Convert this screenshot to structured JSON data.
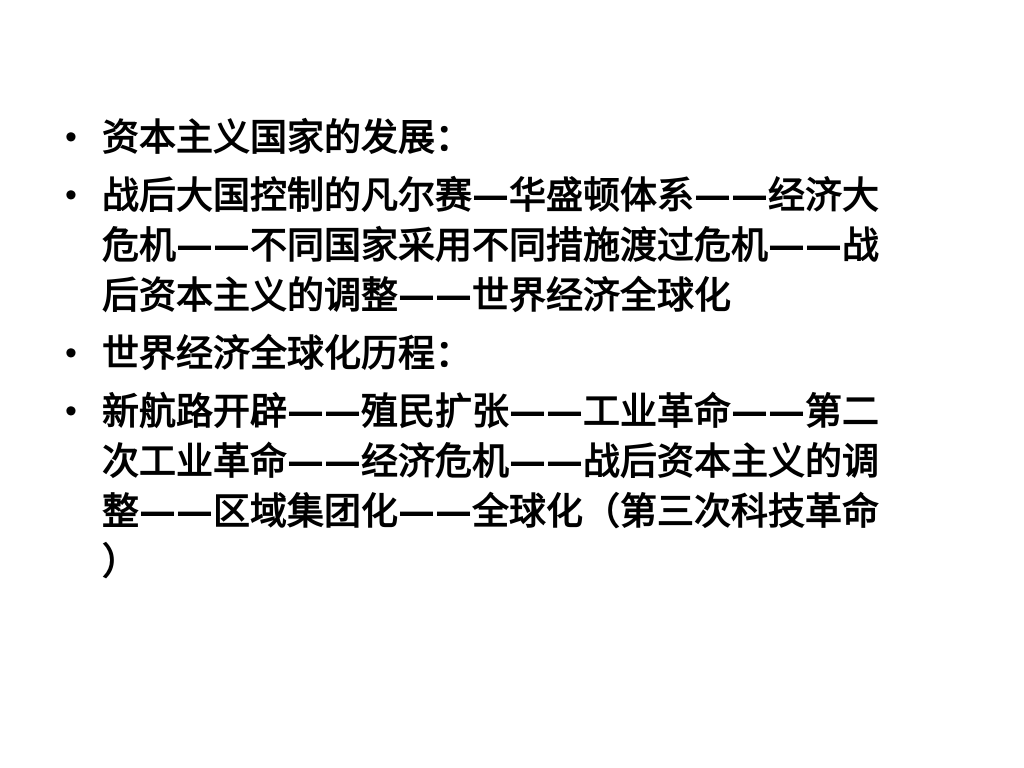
{
  "slide": {
    "bullet_symbol": "•",
    "items": [
      {
        "text": "资本主义国家的发展："
      },
      {
        "text": "战后大国控制的凡尔赛—华盛顿体系——经济大危机——不同国家采用不同措施渡过危机——战后资本主义的调整——世界经济全球化"
      },
      {
        "text": "世界经济全球化历程："
      },
      {
        "text": "新航路开辟——殖民扩张——工业革命——第二次工业革命——经济危机——战后资本主义的调整——区域集团化——全球化（第三次科技革命）"
      }
    ]
  }
}
